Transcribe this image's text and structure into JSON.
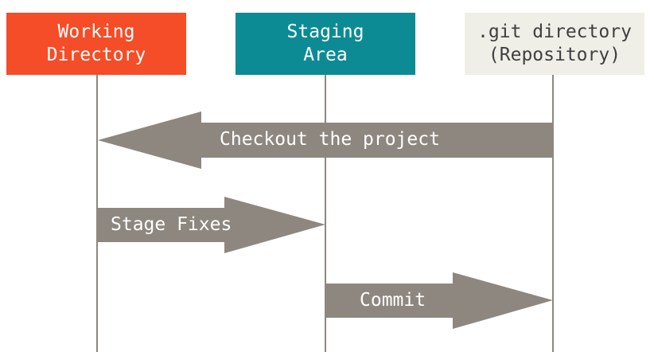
{
  "boxes": {
    "working": {
      "label": "Working\nDirectory",
      "color": "#f44d27"
    },
    "staging": {
      "label": "Staging\nArea",
      "color": "#0c8b95"
    },
    "repo": {
      "label": ".git directory\n(Repository)",
      "color": "#efefe8"
    }
  },
  "arrows": {
    "checkout": {
      "label": "Checkout the project",
      "direction": "left"
    },
    "stage": {
      "label": "Stage Fixes",
      "direction": "right"
    },
    "commit": {
      "label": "Commit",
      "direction": "right"
    }
  },
  "colors": {
    "arrow": "#8e877f",
    "lifeline": "#8e877f"
  }
}
